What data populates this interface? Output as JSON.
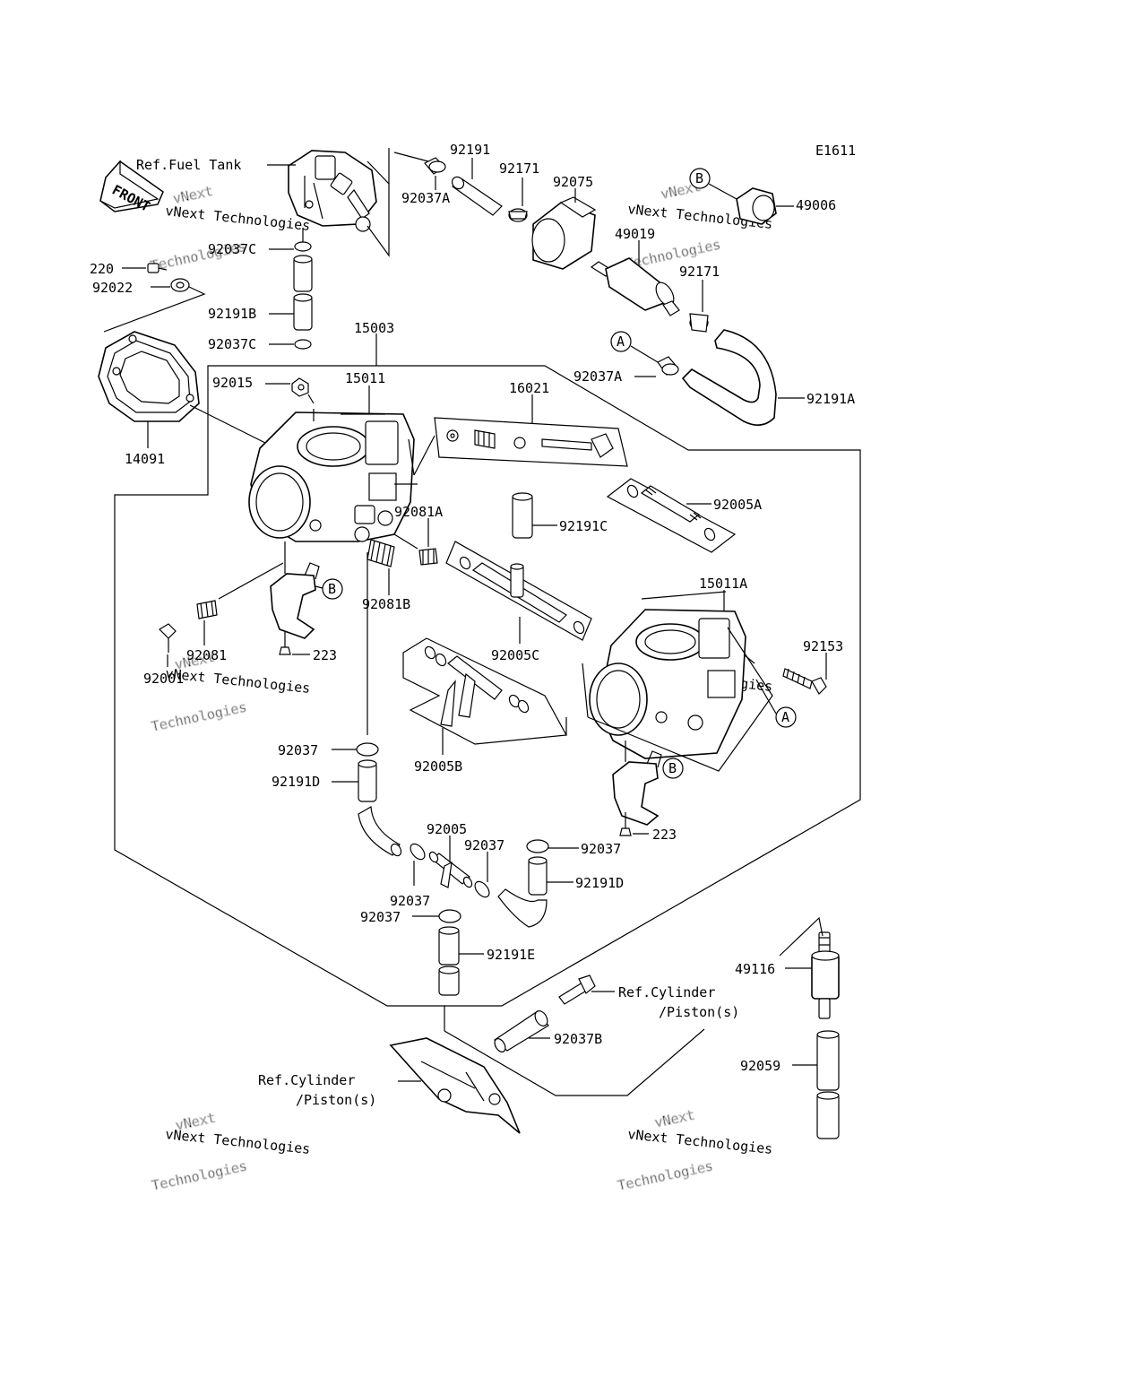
{
  "diagram_code": "E1611",
  "front_label": "FRONT",
  "refs": {
    "fuel_tank": "Ref.Fuel Tank",
    "cyl_right_1": "Ref.Cylinder",
    "cyl_right_2": "/Piston(s)",
    "cyl_left_1": "Ref.Cylinder",
    "cyl_left_2": "/Piston(s)"
  },
  "callouts": {
    "a": "A",
    "b": "B"
  },
  "watermark": {
    "line1": "vNext",
    "line2": "vNext Technologies",
    "line3": "Technologies"
  },
  "parts": {
    "p92191_top": "92191",
    "p92171_top": "92171",
    "p92075": "92075",
    "p92037A_top": "92037A",
    "p49006": "49006",
    "p49019": "49019",
    "p92171_mid": "92171",
    "p92037A_mid": "92037A",
    "p92191A": "92191A",
    "p92037C_top": "92037C",
    "p220": "220",
    "p92022": "92022",
    "p92191B": "92191B",
    "p92037C_mid": "92037C",
    "p15003": "15003",
    "p92015": "92015",
    "p15011": "15011",
    "p16021": "16021",
    "p14091": "14091",
    "p92005A": "92005A",
    "p92191C": "92191C",
    "p92081A": "92081A",
    "p92081B": "92081B",
    "p15011A": "15011A",
    "p92005C": "92005C",
    "p92081": "92081",
    "p223_left": "223",
    "p92001": "92001",
    "p92153": "92153",
    "p92037_a": "92037",
    "p92005B": "92005B",
    "p92191D_left": "92191D",
    "p223_right": "223",
    "p92005": "92005",
    "p92037_b": "92037",
    "p92037_c": "92037",
    "p92191D_right": "92191D",
    "p92037_d": "92037",
    "p92037_e": "92037",
    "p92191E": "92191E",
    "p49116": "49116",
    "p92037B": "92037B",
    "p92059": "92059"
  }
}
